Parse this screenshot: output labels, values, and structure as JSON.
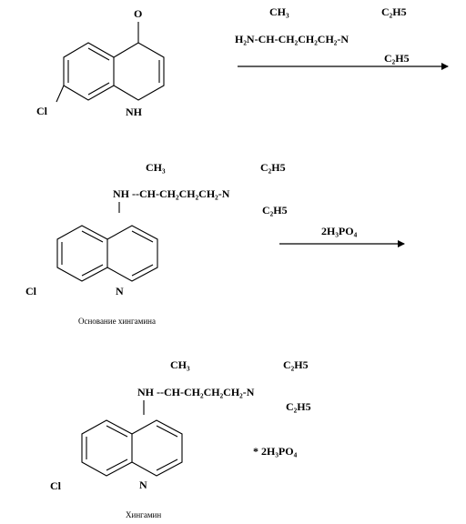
{
  "step1": {
    "ketone_o": "O",
    "cl": "Cl",
    "nh": "NH",
    "reagent_ch3": "CH₃",
    "reagent_c2h5_top": "C₂H5",
    "reagent_chain": "H₂N-CH-CH₂CH₂CH₂-N",
    "reagent_c2h5_bottom": "C₂H5"
  },
  "step2": {
    "ch3": "CH₃",
    "c2h5_top": "C₂H5",
    "chain": "NH --CH-CH₂CH₂CH₂-N",
    "c2h5_bottom": "C₂H5",
    "cl": "Cl",
    "n": "N",
    "reagent": "2H₃PO₄",
    "caption": "Основание хингамина"
  },
  "step3": {
    "ch3": "CH₃",
    "c2h5_top": "C₂H5",
    "chain": "NH --CH-CH₂CH₂CH₂-N",
    "c2h5_bottom": "C₂H5",
    "salt": "* 2H₃PO₄",
    "cl": "Cl",
    "n": "N",
    "caption": "Хингамин"
  }
}
